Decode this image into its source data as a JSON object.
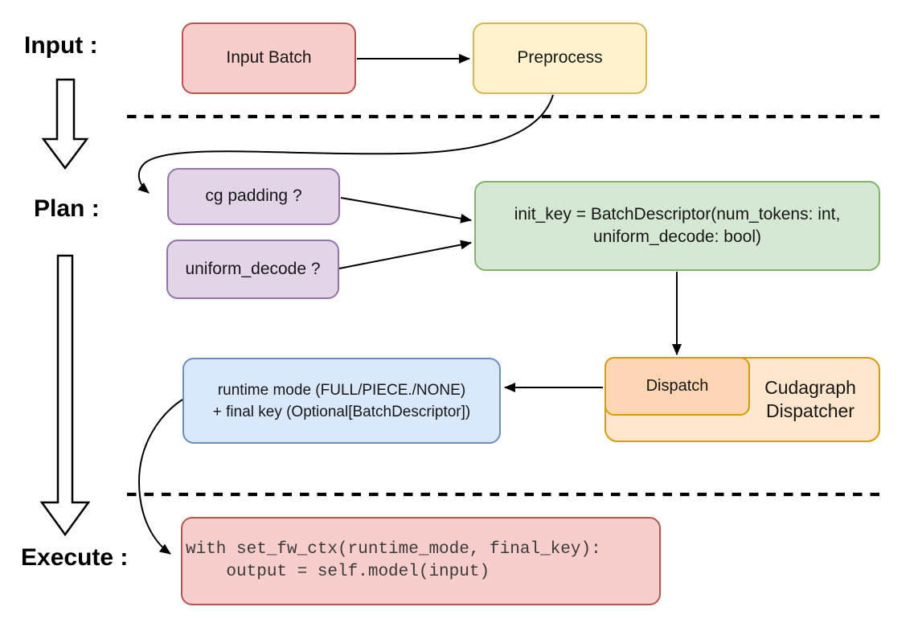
{
  "phase_labels": {
    "input": "Input :",
    "plan": "Plan :",
    "execute": "Execute :"
  },
  "nodes": {
    "input_batch": {
      "label": "Input Batch",
      "fill": "#f8cecc",
      "stroke": "#b85450"
    },
    "preprocess": {
      "label": "Preprocess",
      "fill": "#fff2cc",
      "stroke": "#d6b656"
    },
    "cg_padding": {
      "label": "cg padding ?",
      "fill": "#e1d5e7",
      "stroke": "#9673a6"
    },
    "uniform_decode": {
      "label": "uniform_decode ?",
      "fill": "#e1d5e7",
      "stroke": "#9673a6"
    },
    "init_key": {
      "line1": "init_key = BatchDescriptor(num_tokens: int,",
      "line2": "uniform_decode: bool)",
      "fill": "#d5e8d4",
      "stroke": "#82b366"
    },
    "dispatch": {
      "label": "Dispatch",
      "fill": "#fcd5b3",
      "stroke": "#d79b00"
    },
    "cudagraph_dispatcher": {
      "line1": "Cudagraph",
      "line2": "Dispatcher",
      "fill": "#ffe6cc",
      "stroke": "#d79b00"
    },
    "runtime_result": {
      "line1": "runtime mode (FULL/PIECE./NONE)",
      "line2": "+ final key (Optional[BatchDescriptor])",
      "fill": "#dae8fc",
      "stroke": "#6c8ebf"
    },
    "execute_code": {
      "line1": "with set_fw_ctx(runtime_mode, final_key):",
      "line2": "    output = self.model(input)",
      "fill": "#f8cecc",
      "stroke": "#b85450"
    }
  },
  "edges": [
    {
      "from": "input_batch",
      "to": "preprocess"
    },
    {
      "from": "preprocess",
      "to": "cg_padding"
    },
    {
      "from": "cg_padding",
      "to": "init_key"
    },
    {
      "from": "uniform_decode",
      "to": "init_key"
    },
    {
      "from": "init_key",
      "to": "dispatch"
    },
    {
      "from": "dispatch",
      "to": "runtime_result"
    },
    {
      "from": "runtime_result",
      "to": "execute_code"
    }
  ],
  "connector_color": "#000000"
}
